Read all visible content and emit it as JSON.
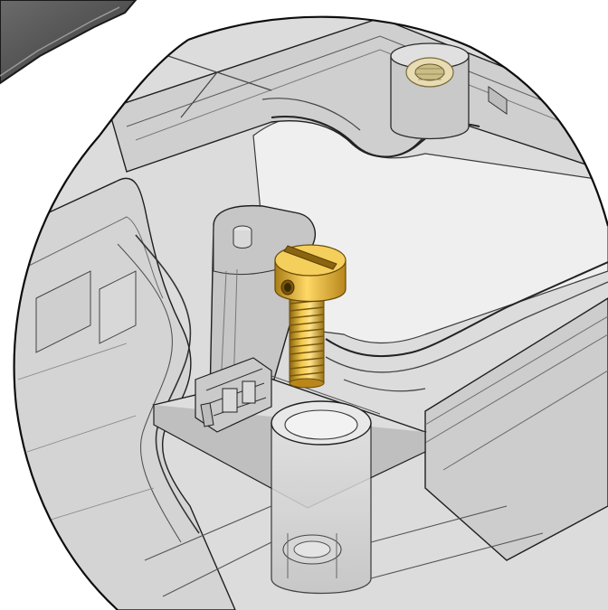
{
  "figure": {
    "kind": "cad-transparent-detail-view",
    "background_color": "#ffffff",
    "housing_fill": "#d2d2d2",
    "housing_outline": "#1f1f1f",
    "detail_circle_edge": "#0d0d0d",
    "screw_color": "#d7a52c",
    "corner_lid_fill": "#4a4a4a"
  },
  "parts": [
    "corner-lid",
    "housing-frame",
    "top-rail",
    "left-rail",
    "right-rail",
    "top-boss",
    "support-post",
    "mounting-plate",
    "bottom-boss",
    "terminal-clip",
    "slotted-cheese-head-screw"
  ]
}
